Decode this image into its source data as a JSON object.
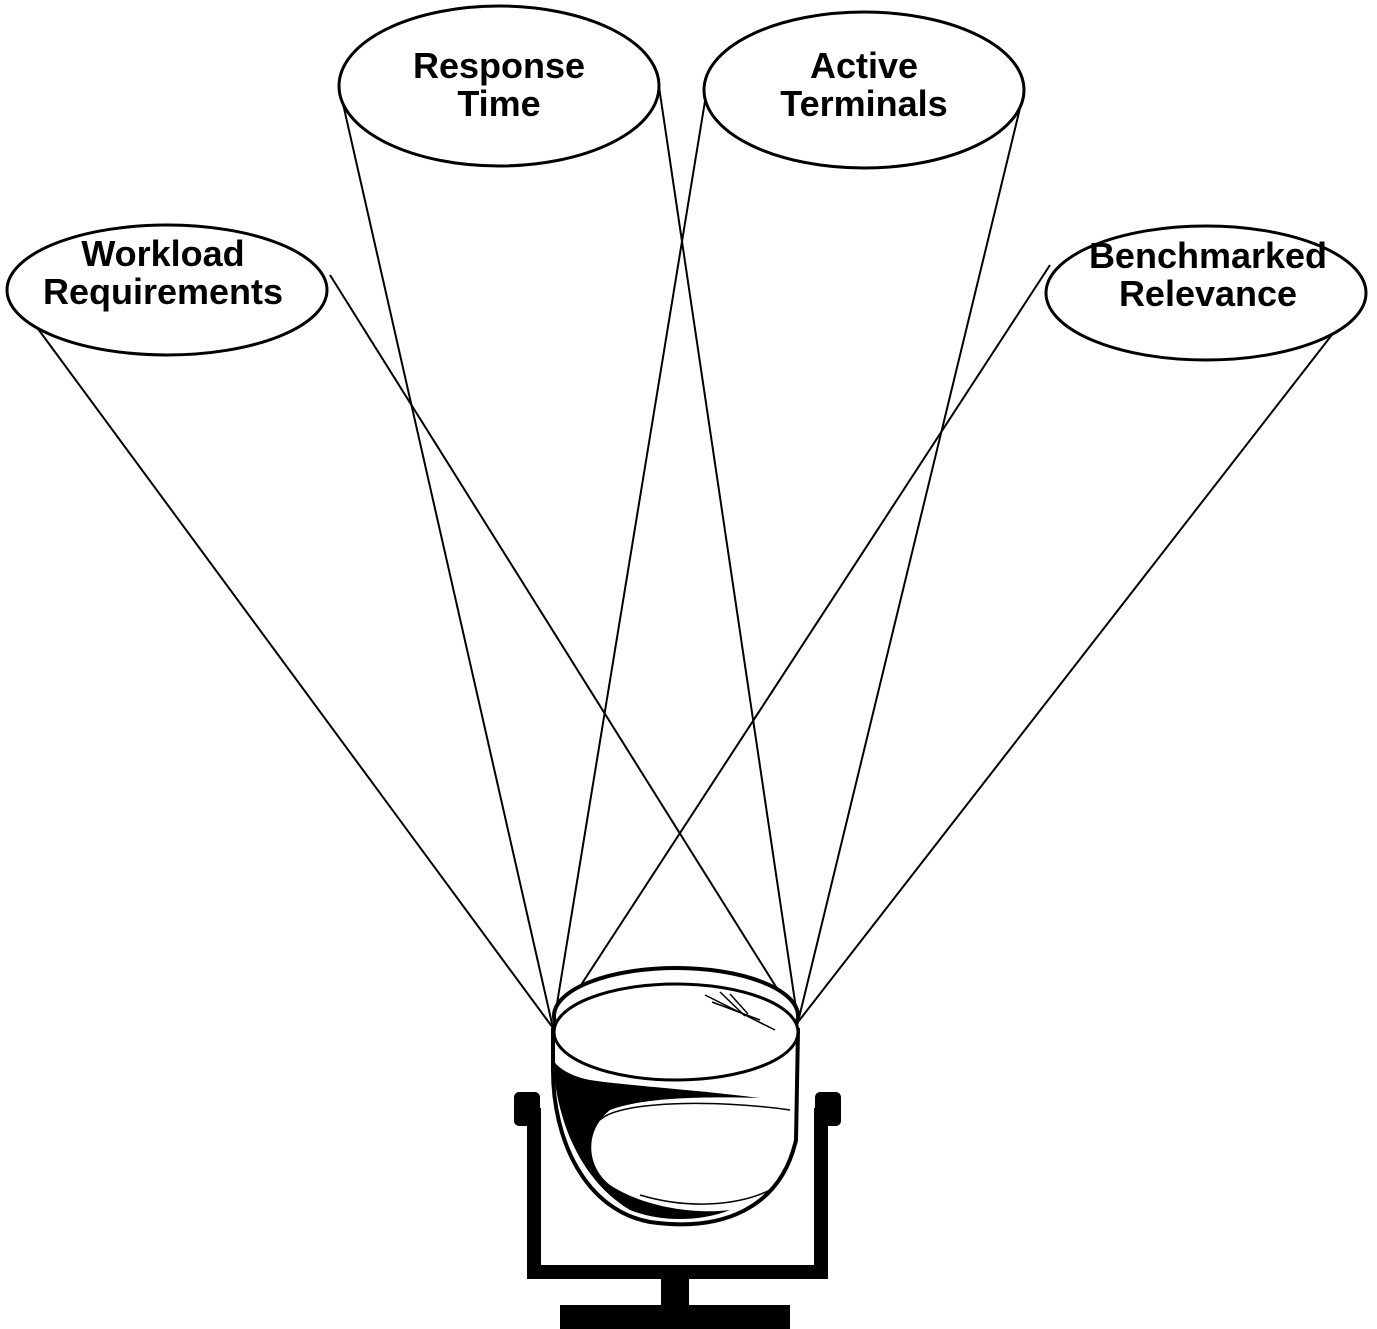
{
  "labels": {
    "workload": {
      "line1": "Workload",
      "line2": "Requirements"
    },
    "response": {
      "line1": "Response",
      "line2": "Time"
    },
    "active": {
      "line1": "Active",
      "line2": "Terminals"
    },
    "benchmarked": {
      "line1": "Benchmarked",
      "line2": "Relevance"
    }
  },
  "colors": {
    "ink": "#000000",
    "paper": "#ffffff"
  }
}
